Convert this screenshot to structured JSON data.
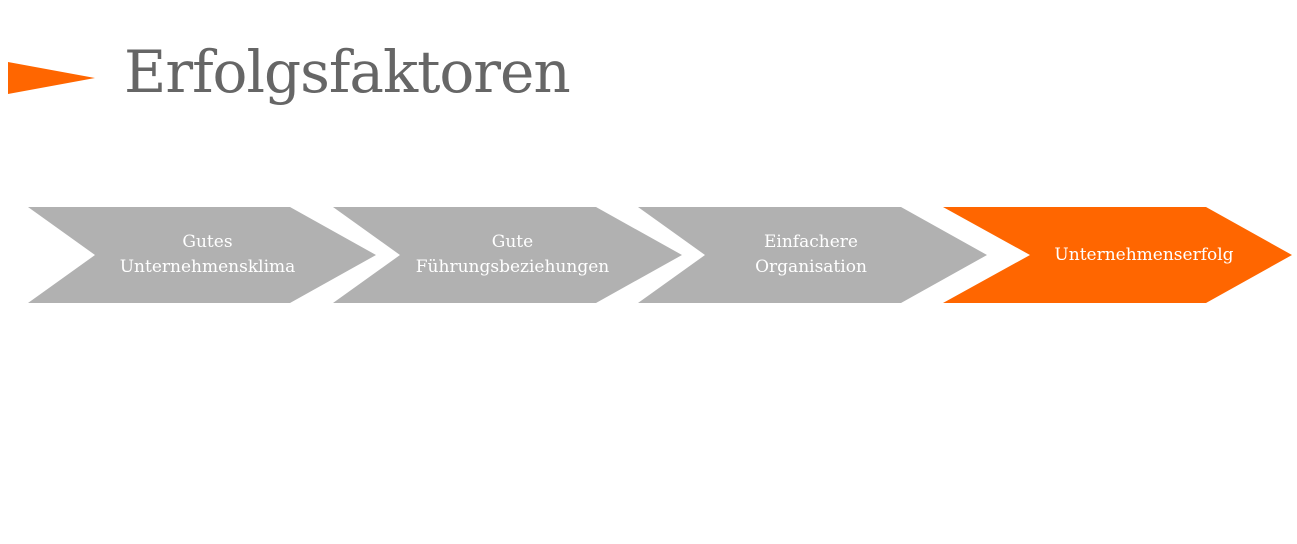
{
  "title": "Erfolgsfaktoren",
  "colors": {
    "accent": "#ff6600",
    "step": "#b1b1b1",
    "title": "#666666"
  },
  "steps": [
    {
      "label": "Gutes Unternehmensklima",
      "line1": "Gutes",
      "line2": "Unternehmensklima",
      "highlight": false
    },
    {
      "label": "Gute Führungsbeziehungen",
      "line1": "Gute",
      "line2": "Führungsbeziehungen",
      "highlight": false
    },
    {
      "label": "Einfachere Organisation",
      "line1": "Einfachere",
      "line2": "Organisation",
      "highlight": false
    },
    {
      "label": "Unternehmenserfolg",
      "line1": "Unternehmenserfolg",
      "line2": "",
      "highlight": true
    }
  ]
}
